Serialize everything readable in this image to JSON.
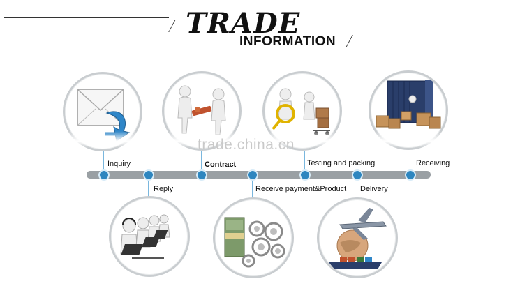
{
  "header": {
    "title_big": "TRADE",
    "title_small": "INFORMATION"
  },
  "watermark": "trade.china.cn",
  "steps": {
    "inquiry": "Inquiry",
    "reply": "Reply",
    "contract": "Contract",
    "payment": "Receive payment&Product",
    "testing": "Testing and packing",
    "delivery": "Delivery",
    "receiving": "Receiving"
  },
  "colors": {
    "accent": "#2e86bf",
    "bar": "#9aa0a4",
    "ring": "#c9cdd0"
  },
  "icons": {
    "inquiry": "envelope-arrow-icon",
    "contract": "handshake-figures-icon",
    "testing": "magnifier-boxes-icon",
    "receiving": "container-boxes-icon",
    "reply": "call-center-icon",
    "payment": "money-gears-icon",
    "delivery": "plane-ship-globe-icon"
  }
}
